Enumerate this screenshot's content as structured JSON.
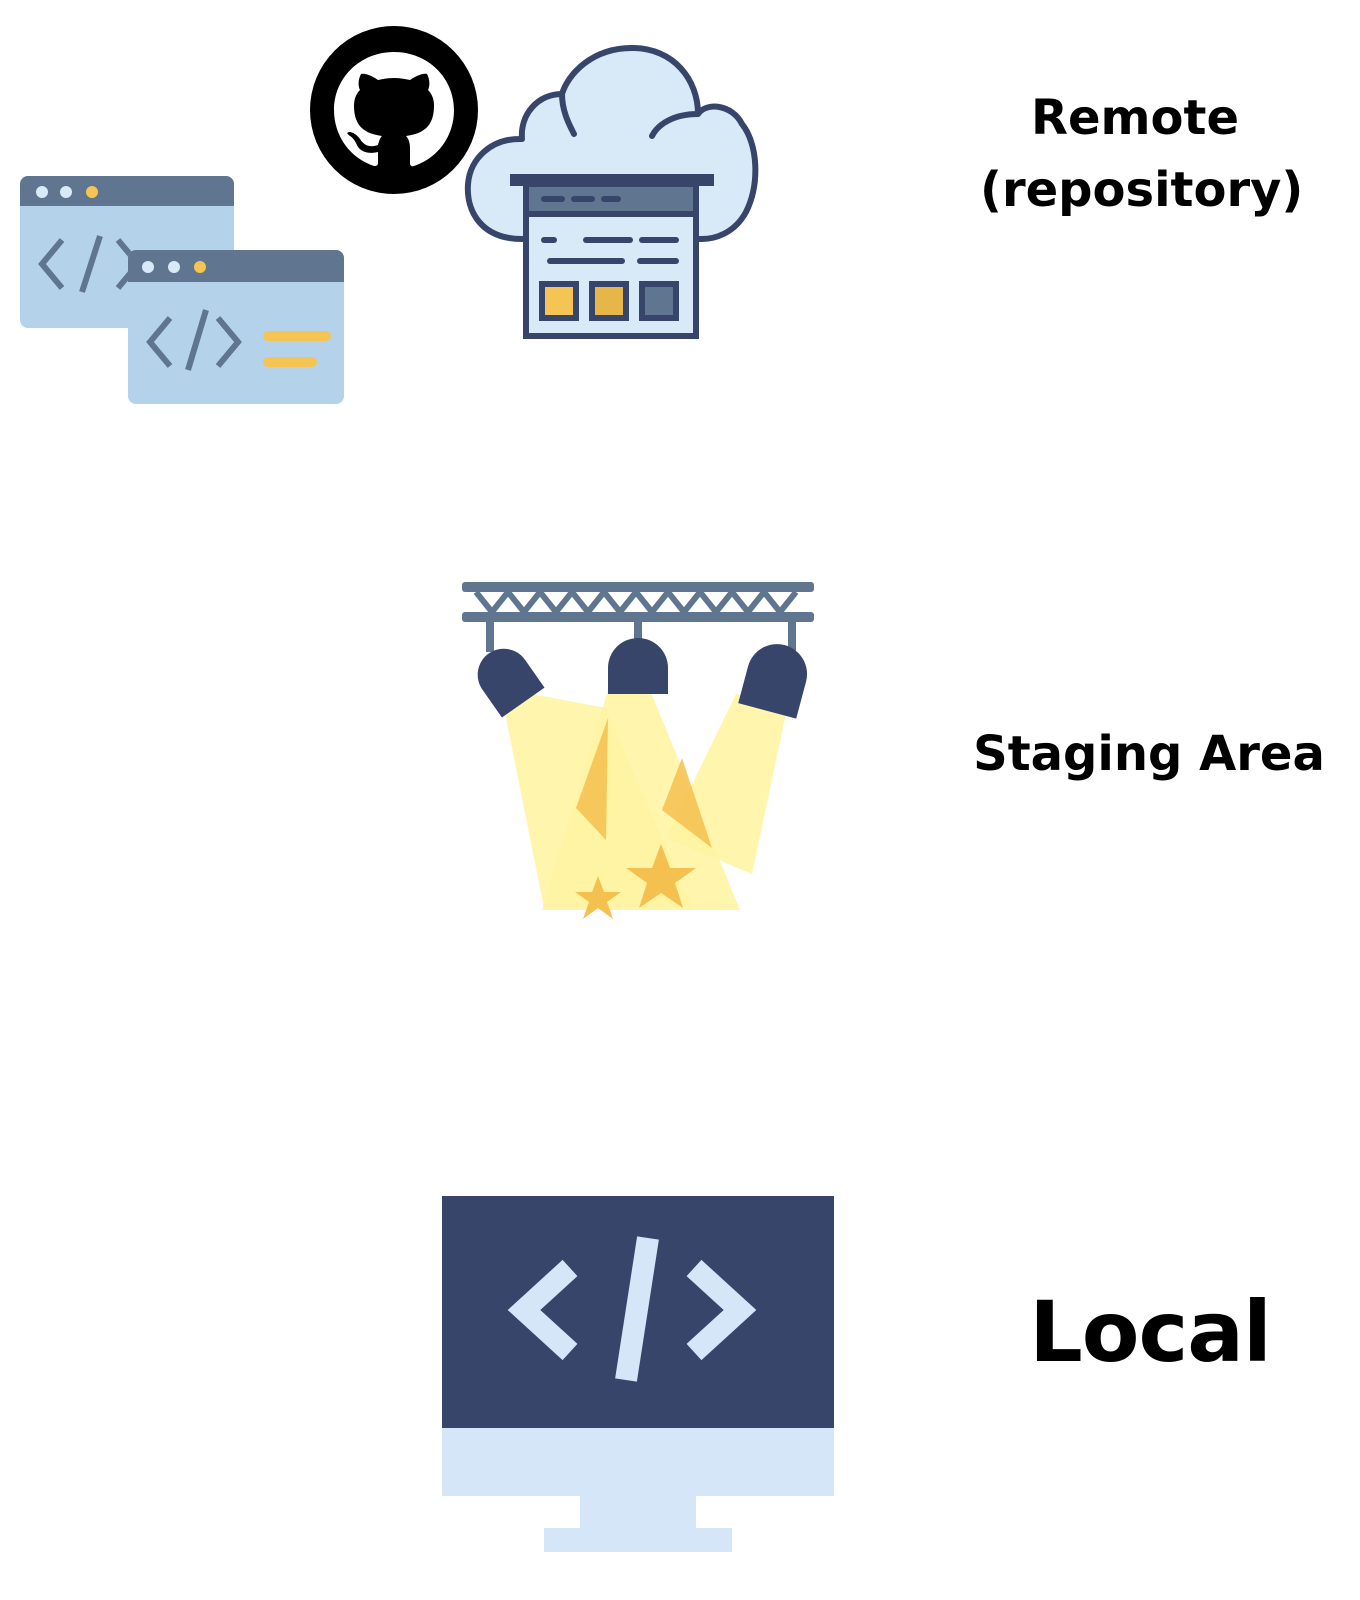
{
  "layers": {
    "remote": {
      "title_line1": "Remote",
      "title_line2": "(repository)"
    },
    "staging": {
      "title": "Staging Area"
    },
    "local": {
      "title": "Local"
    }
  },
  "icons": {
    "remote": [
      "code-window-icon",
      "github-icon",
      "cloud-server-icon"
    ],
    "staging": [
      "stage-spotlight-icon"
    ],
    "local": [
      "code-monitor-icon"
    ]
  },
  "colors": {
    "navy": "#38456b",
    "slate": "#5f7590",
    "window_fill": "#b4d2ea",
    "cloud_fill": "#d8e9f8",
    "accent_yellow": "#f6c453",
    "light_yellow": "#fff4a3",
    "screen_stand": "#d6e6f9"
  }
}
